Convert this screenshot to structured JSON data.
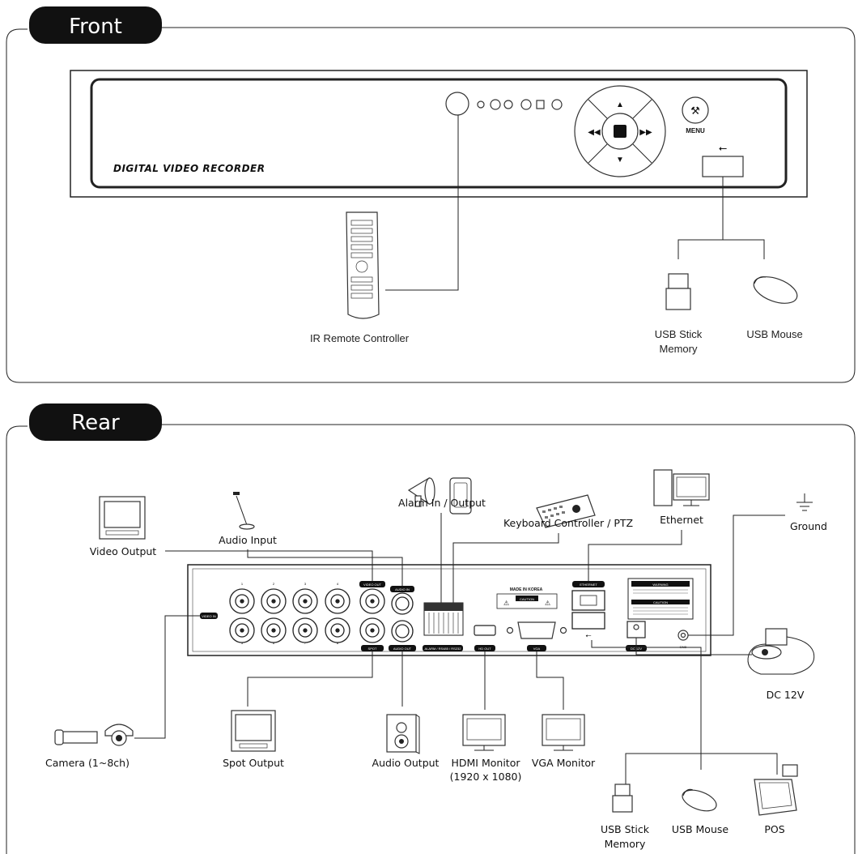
{
  "sections": {
    "front": {
      "title": "Front"
    },
    "rear": {
      "title": "Rear"
    }
  },
  "front": {
    "brand": "DIGITAL VIDEO RECORDER",
    "menu_label": "MENU",
    "labels": {
      "ir_remote": "IR Remote Controller",
      "usb_stick_1": "USB Stick",
      "usb_stick_2": "Memory",
      "usb_mouse": "USB Mouse"
    }
  },
  "rear": {
    "panel_labels": {
      "video_in": "VIDEO IN",
      "video_out": "VIDEO OUT",
      "audio_in": "AUDIO IN",
      "audio_out": "AUDIO OUT",
      "spot": "SPOT",
      "alarm": "ALARM / RS485 / RS232",
      "made_in": "MADE IN KOREA",
      "caution": "CAUTION",
      "hd_out": "HD OUT",
      "vga": "VGA",
      "ethernet": "ETHERNET",
      "warning": "WARNING",
      "caution2": "CAUTION",
      "dc": "DC 12V",
      "gnd": "GND"
    },
    "channels_top": [
      "1",
      "2",
      "3",
      "4"
    ],
    "channels_bottom": [
      "5",
      "6",
      "7",
      "8"
    ],
    "labels": {
      "video_output": "Video Output",
      "audio_input": "Audio Input",
      "alarm_io": "Alarm In / Output",
      "keyboard_ptz": "Keyboard Controller / PTZ",
      "ethernet": "Ethernet",
      "ground": "Ground",
      "dc12v": "DC 12V",
      "camera": "Camera (1~8ch)",
      "spot_output": "Spot Output",
      "audio_output": "Audio Output",
      "hdmi_monitor_1": "HDMI Monitor",
      "hdmi_monitor_2": "(1920 x 1080)",
      "vga_monitor": "VGA Monitor",
      "usb_stick_1": "USB Stick",
      "usb_stick_2": "Memory",
      "usb_mouse": "USB Mouse",
      "pos": "POS"
    }
  }
}
